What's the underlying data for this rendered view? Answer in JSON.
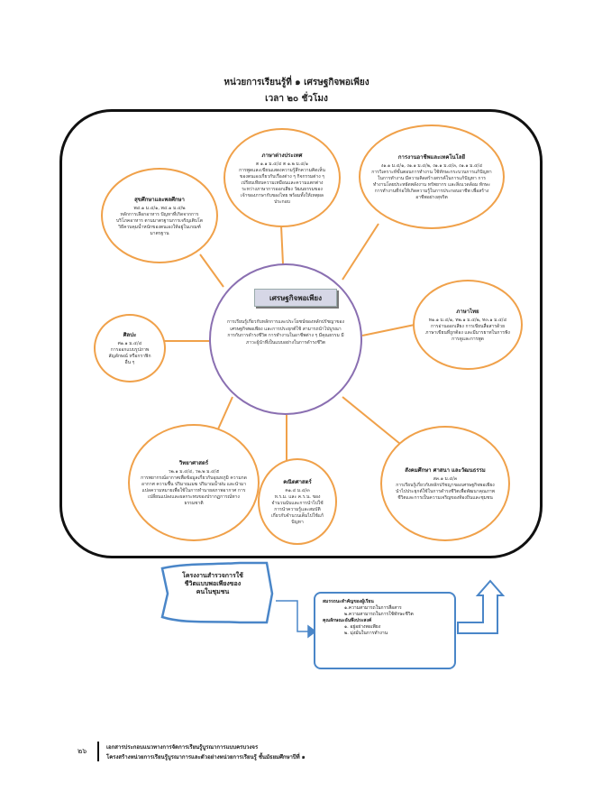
{
  "header": {
    "title": "หน่วยการเรียนรู้ที่ ๑ เศรษฐกิจพอเพียง",
    "subtitle": "เวลา ๒๐ ชั่วโมง"
  },
  "center": {
    "title": "เศรษฐกิจพอเพียง",
    "text": "การเรียนรู้เกี่ยวกับหลักการและประโยชน์ของหลักปรัชญาของเศรษฐกิจพอเพียง และการประยุกต์ใช้ สามารถนำไปบูรณาการกับการดำรงชีวิต การทำงานในอาชีพต่าง ๆ มีคุณธรรม มีภาวะผู้นำที่เป็นแบบอย่างในการดำรงชีวิต"
  },
  "bubbles": {
    "foreign": {
      "heading": "ภาษาต่างประเทศ",
      "standard": "ต ๑.๑ ม.๔/๔ ต ๑.๒ ม.๔/๑",
      "text": "การพูดและเขียนแสดงความรู้สึกความคิดเห็นของตนเองเกี่ยวกับเรื่องต่าง ๆ กิจกรรมต่าง ๆ เปรียบเทียบความเหมือนและความแตกต่างระหว่างภาษาการออกเสียง วัฒนธรรมของเจ้าของภาษากับของไทย พร้อมทั้งให้เหตุผลประกอบ"
    },
    "career": {
      "heading": "การงานอาชีพและเทคโนโลยี",
      "standard": "ง๑.๑ ม.๔/๑, ง๑.๑ ม.๔/๒, ง๑.๑ ม.๔/๓, ง๑.๑ ม.๔/๔",
      "text": "การวิเคราะห์ขั้นตอนการทำงาน ใช้ทักษะกระบวนการแก้ปัญหาในการทำงาน มีความคิดสร้างสรรค์ในการแก้ปัญหา การทำงานโดยประหยัดพลังงาน ทรัพยากร และสิ่งแวดล้อม ทักษะการทำงานที่ก่อให้เกิดความรู้ในการประกอบอาชีพ เพื่อสร้างอาชีพอย่างสุจริต"
    },
    "health": {
      "heading": "สุขศึกษาและพลศึกษา",
      "standard": "พ๔.๑ ม.๔/๑, พ๔.๑ ม.๔/๒",
      "text": "หลักการเลือกอาหาร ปัญหาที่เกิดจากการบริโภคอาหาร ตามมาตรฐานการเจริญเติบโต วิธีควบคุมน้ำหนักของตนเองให้อยู่ในเกณฑ์มาตรฐาน"
    },
    "thai": {
      "heading": "ภาษาไทย",
      "standard": "ท๑.๑ ม.๔/๑, ท๒.๑ ม.๔/๒, ท๓.๑ ม.๔/๔",
      "text": "การอ่านออกเสียง การเขียนสื่อสารด้วยภาษาเขียนที่ถูกต้อง และมีมารยาทในการฟัง การดูและการพูด"
    },
    "art": {
      "heading": "ศิลปะ",
      "standard": "ศ๑.๑ ม.๔/๔",
      "text": "การออกแบบรูปภาพ สัญลักษณ์ หรือกราฟิกอื่น ๆ"
    },
    "science": {
      "heading": "วิทยาศาสตร์",
      "standard": "ว๒.๑ ม.๔/๔, ว๒.๒ ม.๔/๕",
      "text": "การพยากรณ์อากาศเพื่อข้อมูลเกี่ยวกับอุณหภูมิ ความกดอากาศ ความชื้น ปริมาณเมฆ ปริมาณน้ำฝน และนำมาแปลความหมายเพื่อใช้ในการทำนายสภาพอากาศ การเปลี่ยนแปลงและผลกระทบของปรากฏการณ์ทางธรรมชาติ"
    },
    "social": {
      "heading": "สังคมศึกษา ศาสนา และวัฒนธรรม",
      "standard": "ส๓.๑ ม.๔/๓",
      "text": "การเรียนรู้เกี่ยวกับหลักปรัชญาของเศรษฐกิจพอเพียง นำไปประยุกต์ใช้ในการดำรงชีวิตเพื่อพัฒนาคุณภาพชีวิตและการเป็นความเจริญของท้องถิ่นและชุมชน"
    },
    "math": {
      "heading": "คณิตศาสตร์",
      "standard": "ค๑.๔ ม.๔/๓",
      "text": "ห.ร.ม. และ ค.ร.น. ของจำนวนนับและการนำไปใช้ การนำความรู้และสมบัติเกี่ยวกับจำนวนเต็มไปใช้แก้ปัญหา"
    }
  },
  "project": {
    "text": "โครงงานสำรวจการใช้ชีวิตแบบพอเพียงของคนในชุมชน"
  },
  "competency": {
    "heading1": "สมรรถนะสำคัญของผู้เรียน",
    "items1": [
      "๑.ความสามารถในการสื่อสาร",
      "๒.ความสามารถในการใช้ทักษะชีวิต"
    ],
    "heading2": "คุณลักษณะอันพึงประสงค์",
    "items2": [
      "๑. อยู่อย่างพอเพียง",
      "๒. มุ่งมั่นในการทำงาน"
    ]
  },
  "footer": {
    "page": "๒๖",
    "line1": "เอกสารประกอบแนวทางการจัดการเรียนรู้บูรณาการแบบครบวงจร",
    "line2": "โครงสร้างหน่วยการเรียนรู้บูรณาการและตัวอย่างหน่วยการเรียนรู้ ชั้นมัธยมศึกษาปีที่ ๑"
  }
}
